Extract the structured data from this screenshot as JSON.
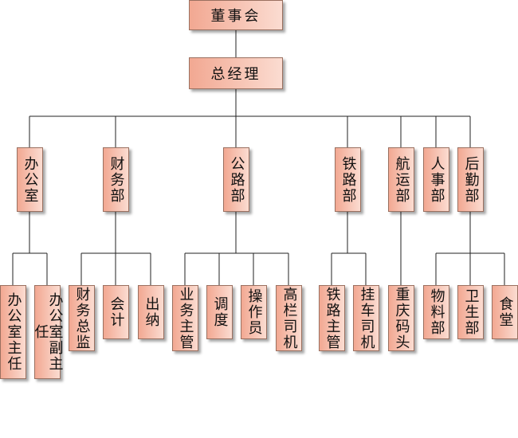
{
  "board": "董事会",
  "gm": "总经理",
  "departments": {
    "office": "办公室",
    "finance": "财务部",
    "highway": "公路部",
    "railway": "铁路部",
    "shipping": "航运部",
    "hr": "人事部",
    "logistics": "后勤部"
  },
  "roles": {
    "office_director": "办公室主任",
    "office_deputy": "办公室副主任",
    "finance_director": "财务总监",
    "accountant": "会计",
    "cashier": "出纳",
    "highway_manager": "业务主管",
    "dispatch": "调度",
    "operator": "操作员",
    "fence_driver": "高栏司机",
    "railway_manager": "铁路主管",
    "trailer_driver": "挂车司机",
    "chongqing_wharf": "重庆码头",
    "materials": "物料部",
    "health": "卫生部",
    "canteen": "食堂"
  }
}
